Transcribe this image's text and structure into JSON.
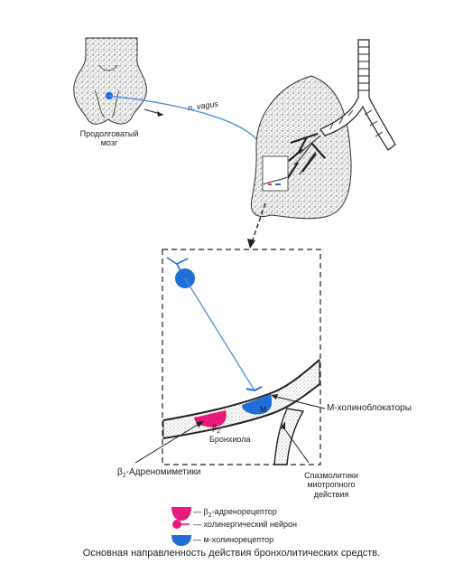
{
  "labels": {
    "brain": [
      "Продолговатый",
      "мозг"
    ],
    "nerve": "n. vagus",
    "m_blockers": "М-холиноблокаторы",
    "m_mark": "М",
    "beta_mark": "β",
    "beta_sub": "2",
    "bronchiole": "Бронхиола",
    "beta_agonists": "-Адреномиметики",
    "beta_agonists_prefix": "β",
    "beta_agonists_sub": "2",
    "spasmolytics": [
      "Спазмолитики",
      "миотропного",
      "действия"
    ]
  },
  "legend": {
    "items": [
      {
        "icon": "beta2-adrenoreceptor-icon",
        "prefix": "— β",
        "sub": "2",
        "text": "-адренорецептор"
      },
      {
        "icon": "cholinergic-neuron-icon",
        "text": "— холинергический нейрон"
      },
      {
        "icon": "m-cholinoreceptor-icon",
        "text": "— м-холинорецептор"
      }
    ]
  },
  "caption": "Основная направленность действия бронхолитических средств.",
  "colors": {
    "magenta": "#e8197d",
    "blue": "#1f6fd6",
    "nerve": "#4a90e2",
    "ink": "#222222"
  }
}
